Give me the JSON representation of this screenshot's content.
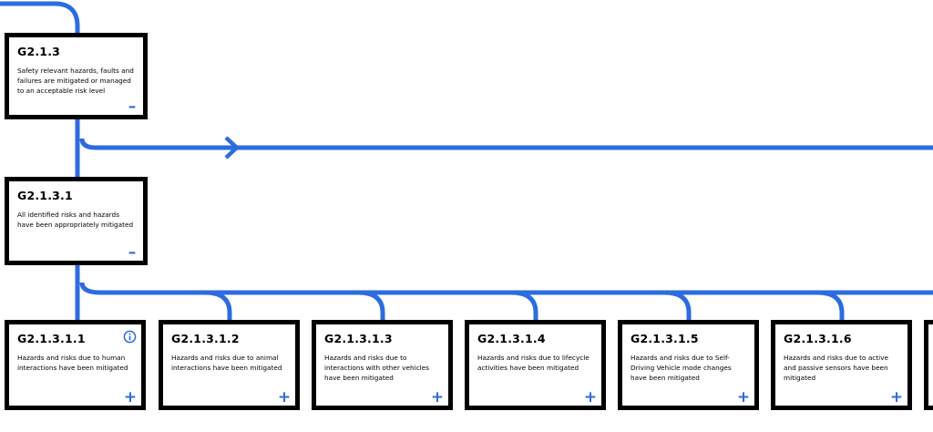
{
  "colors": {
    "connector": "#2d6be0",
    "border": "#000000",
    "toggle": "#2d6be0"
  },
  "nodes": {
    "g213": {
      "id": "G2.1.3",
      "text": "Safety relevant hazards, faults and failures are mitigated or managed to an acceptable risk level",
      "toggle": "–"
    },
    "g2131": {
      "id": "G2.1.3.1",
      "text": "All identified risks and hazards have been appropriately mitigated",
      "toggle": "–"
    },
    "children": [
      {
        "id": "G2.1.3.1.1",
        "text": "Hazards and risks due to human interactions have been mitigated",
        "toggle": "+",
        "info_icon": "info-icon"
      },
      {
        "id": "G2.1.3.1.2",
        "text": "Hazards and risks due to animal interactions have been mitigated",
        "toggle": "+"
      },
      {
        "id": "G2.1.3.1.3",
        "text": "Hazards and risks due to interactions with other vehicles have been mitigated",
        "toggle": "+"
      },
      {
        "id": "G2.1.3.1.4",
        "text": "Hazards and risks due to lifecycle activities have been mitigated",
        "toggle": "+"
      },
      {
        "id": "G2.1.3.1.5",
        "text": "Hazards and risks due to Self-Driving Vehicle mode changes have been mitigated",
        "toggle": "+"
      },
      {
        "id": "G2.1.3.1.6",
        "text": "Hazards and risks due to active and passive sensors have been mitigated",
        "toggle": "+"
      }
    ]
  }
}
